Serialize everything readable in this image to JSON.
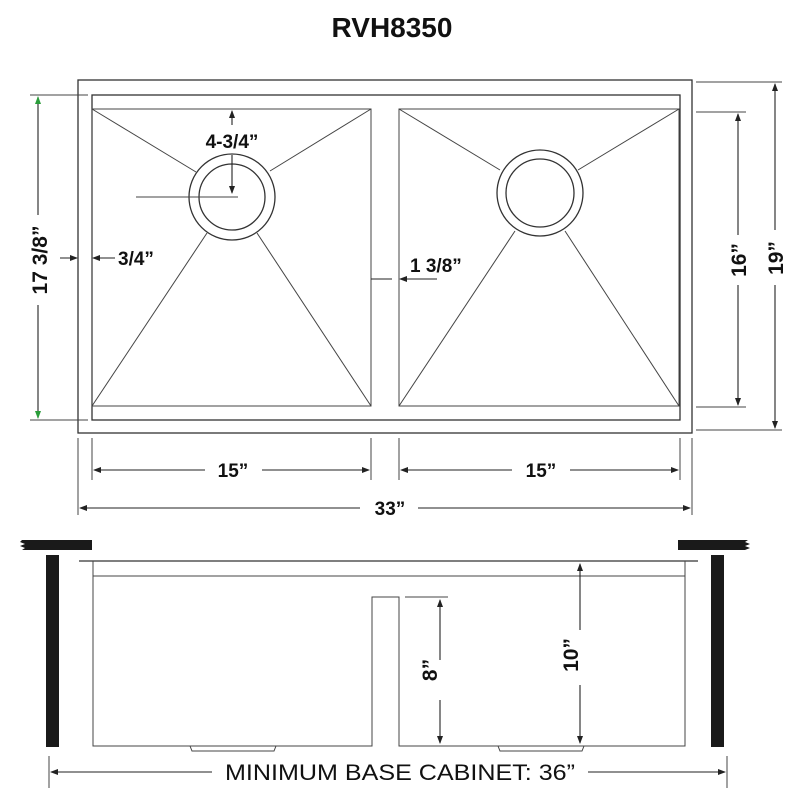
{
  "title": "RVH8350",
  "top_view": {
    "drain_offset": "4-3/4”",
    "rim_offset": "3/4”",
    "divider_width": "1 3/8”",
    "inner_depth": "17 3/8”",
    "bowl_depth": "16”",
    "overall_depth": "19”",
    "left_bowl_width": "15”",
    "right_bowl_width": "15”",
    "overall_width": "33”"
  },
  "side_view": {
    "divider_height": "8”",
    "bowl_height": "10”",
    "min_cabinet": "MINIMUM BASE CABINET: 36”"
  },
  "colors": {
    "line": "#333333",
    "accent_arrow": "#2a9d3a",
    "cabinet": "#1a1a1a"
  }
}
